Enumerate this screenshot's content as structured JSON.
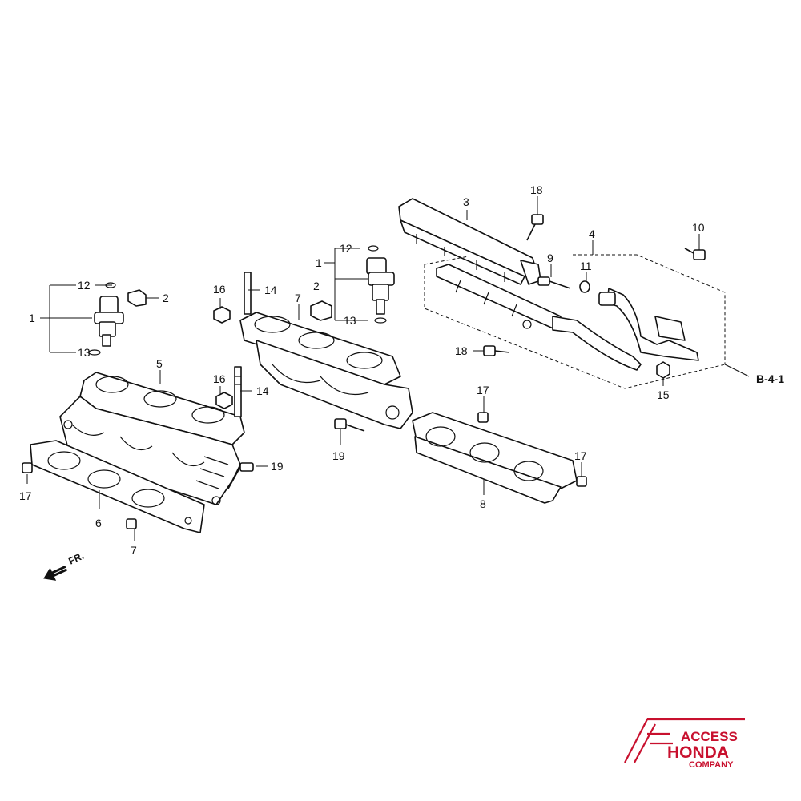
{
  "diagram": {
    "callouts": {
      "c1a": "1",
      "c12a": "12",
      "c13a": "13",
      "c2a": "2",
      "c1b": "1",
      "c12b": "12",
      "c13b": "13",
      "c2b": "2",
      "c3": "3",
      "c4": "4",
      "c5": "5",
      "c6": "6",
      "c7a": "7",
      "c7b": "7",
      "c8": "8",
      "c9": "9",
      "c10": "10",
      "c11": "11",
      "c14a": "14",
      "c14b": "14",
      "c15": "15",
      "c16a": "16",
      "c16b": "16",
      "c17a": "17",
      "c17b": "17",
      "c17c": "17",
      "c18a": "18",
      "c18b": "18",
      "c19a": "19",
      "c19b": "19"
    },
    "reference_label": "B-4-1",
    "front_label": "FR."
  },
  "logo": {
    "line1": "ACCESS",
    "line2": "HONDA",
    "line3": "COMPANY",
    "color": "#c8102e"
  }
}
